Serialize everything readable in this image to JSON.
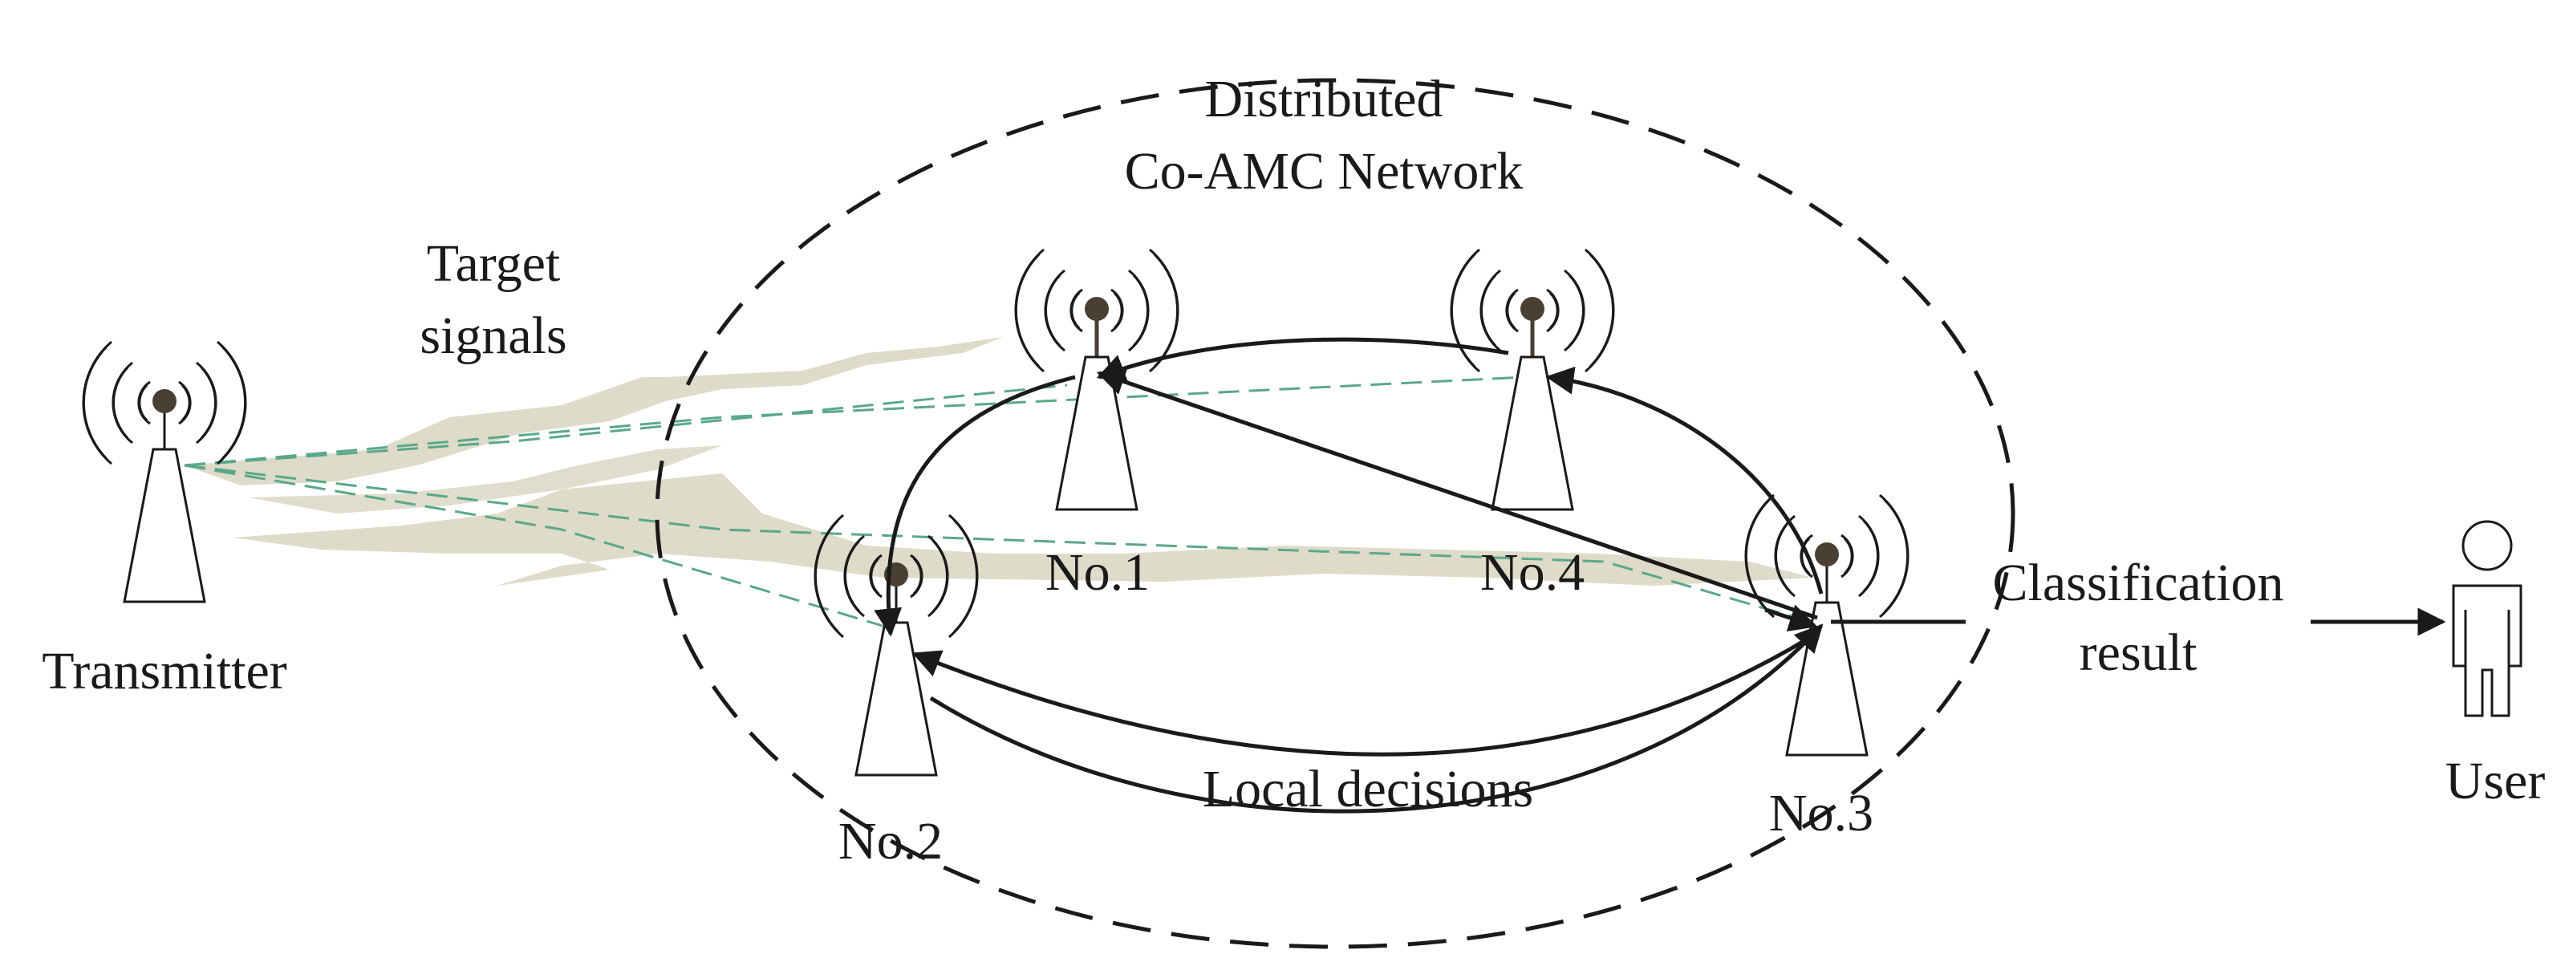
{
  "diagram": {
    "network_label": [
      "Distributed",
      "Co-AMC Network"
    ],
    "target_label": [
      "Target",
      "signals"
    ],
    "transmitter_label": "Transmitter",
    "node_labels": [
      "No.1",
      "No.2",
      "No.3",
      "No.4"
    ],
    "local_decisions_label": "Local decisions",
    "classification_label": [
      "Classification",
      "result"
    ],
    "user_label": "User"
  },
  "colors": {
    "stroke": "#1a1a1a",
    "antenna_ball": "#4a3f33",
    "signal_beam": "#ddd9c6",
    "signal_dash": "#5aa88a",
    "background": "#ffffff"
  }
}
